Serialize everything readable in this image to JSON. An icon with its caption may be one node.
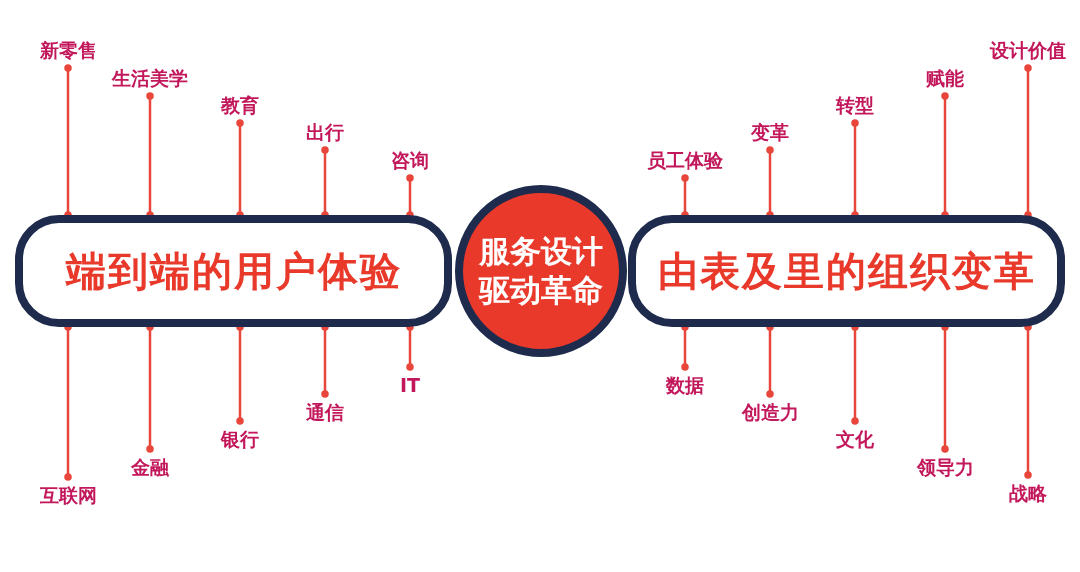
{
  "diagram": {
    "nodes": [
      {
        "text": [
          "端到端的用户体验"
        ]
      },
      {
        "text": [
          "服务设计驱动革命"
        ]
      },
      {
        "text": [
          "由表及里的组织变革"
        ]
      },
      {
        "text": [
          "新零售"
        ]
      },
      {
        "text": [
          "生活美学"
        ]
      },
      {
        "text": [
          "教育"
        ]
      },
      {
        "text": [
          "出行"
        ]
      },
      {
        "text": [
          "咨询"
        ]
      },
      {
        "text": [
          "互联网"
        ]
      },
      {
        "text": [
          "金融"
        ]
      },
      {
        "text": [
          "银行"
        ]
      },
      {
        "text": [
          "通信"
        ]
      },
      {
        "text": [
          "IT"
        ]
      },
      {
        "text": [
          "员工体验"
        ]
      },
      {
        "text": [
          "变革"
        ]
      },
      {
        "text": [
          "转型"
        ]
      },
      {
        "text": [
          "赋能"
        ]
      },
      {
        "text": [
          "设计价值"
        ]
      },
      {
        "text": [
          "数据"
        ]
      },
      {
        "text": [
          "创造力"
        ]
      },
      {
        "text": [
          "文化"
        ]
      },
      {
        "text": [
          "领导力"
        ]
      },
      {
        "text": [
          "战略"
        ]
      }
    ],
    "edges": [
      {
        "from": 3,
        "to": 0,
        "arrow": "other"
      },
      {
        "from": 4,
        "to": 0,
        "arrow": "other"
      },
      {
        "from": 5,
        "to": 0,
        "arrow": "other"
      },
      {
        "from": 6,
        "to": 0,
        "arrow": "other"
      },
      {
        "from": 7,
        "to": 0,
        "arrow": "other"
      },
      {
        "from": 8,
        "to": 0,
        "arrow": "other"
      },
      {
        "from": 9,
        "to": 0,
        "arrow": "other"
      },
      {
        "from": 10,
        "to": 0,
        "arrow": "other"
      },
      {
        "from": 11,
        "to": 0,
        "arrow": "other"
      },
      {
        "from": 12,
        "to": 0,
        "arrow": "other"
      },
      {
        "from": 13,
        "to": 2,
        "arrow": "other"
      },
      {
        "from": 14,
        "to": 2,
        "arrow": "other"
      },
      {
        "from": 15,
        "to": 2,
        "arrow": "other"
      },
      {
        "from": 16,
        "to": 2,
        "arrow": "other"
      },
      {
        "from": 17,
        "to": 2,
        "arrow": "other"
      },
      {
        "from": 18,
        "to": 2,
        "arrow": "other"
      },
      {
        "from": 19,
        "to": 2,
        "arrow": "other"
      },
      {
        "from": 20,
        "to": 2,
        "arrow": "other"
      },
      {
        "from": 21,
        "to": 2,
        "arrow": "other"
      },
      {
        "from": 22,
        "to": 2,
        "arrow": "other"
      }
    ]
  }
}
